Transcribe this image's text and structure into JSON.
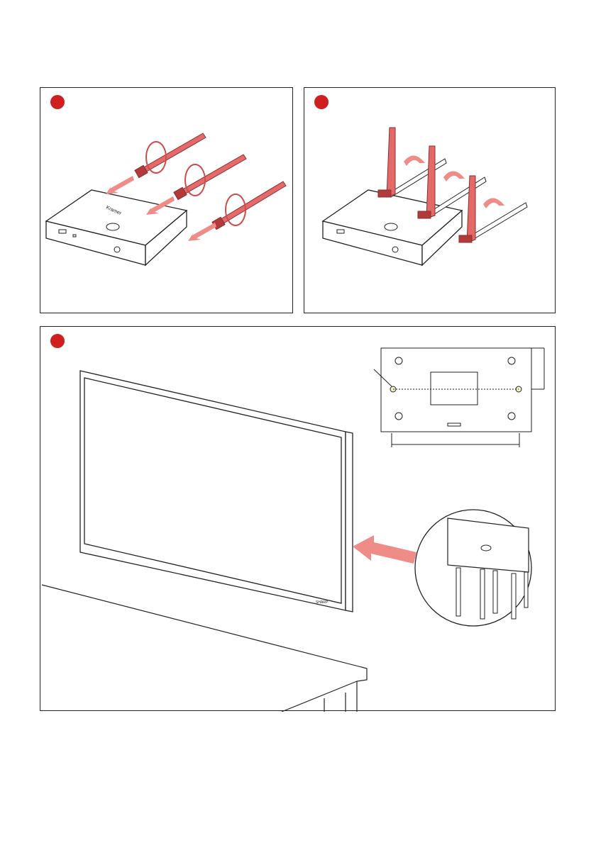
{
  "steps": [
    {
      "id": "step-1",
      "description_visible_text": ""
    },
    {
      "id": "step-2",
      "description_visible_text": ""
    },
    {
      "id": "step-3",
      "description_visible_text": ""
    }
  ],
  "device": {
    "logo_text": "Kramer",
    "display_brand": "SHARP"
  },
  "colors": {
    "step_marker": "#d01f1f",
    "antenna": "#e46a6a",
    "antenna_dark": "#b23a3a",
    "arrow": "#ef8c88",
    "line": "#222222"
  }
}
